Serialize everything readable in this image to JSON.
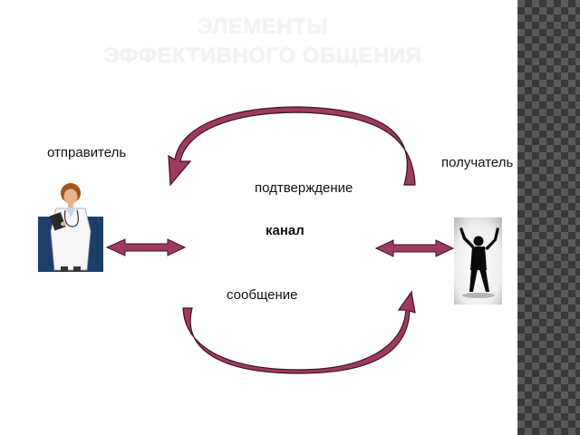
{
  "slide": {
    "title_line1": "ЭЛЕМЕНТЫ",
    "title_line2": "ЭФФЕКТИВНОГО ОБЩЕНИЯ"
  },
  "diagram": {
    "sender_label": "отправитель",
    "receiver_label": "получатель",
    "feedback_label": "подтверждение",
    "channel_label": "канал",
    "message_label": "сообщение"
  },
  "colors": {
    "arrow_fill": "#9e3a60",
    "arrow_stroke": "#3d1224",
    "title": "#f4f4f4",
    "strip_dark": "#3a3a3a",
    "strip_light": "#5a5a5a"
  },
  "icons": {
    "sender_picture": "doctor-figure",
    "receiver_picture": "cheering-person-silhouette"
  }
}
